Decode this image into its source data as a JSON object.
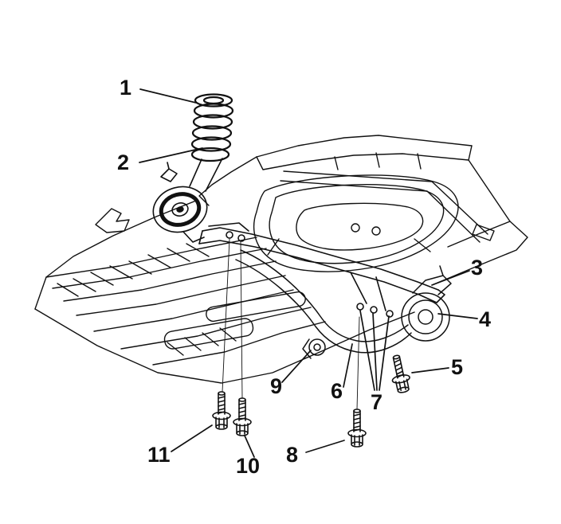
{
  "figure": {
    "callouts": [
      {
        "label": "1"
      },
      {
        "label": "2"
      },
      {
        "label": "3"
      },
      {
        "label": "4"
      },
      {
        "label": "5"
      },
      {
        "label": "6"
      },
      {
        "label": "7"
      },
      {
        "label": "8"
      },
      {
        "label": "9"
      },
      {
        "label": "10"
      },
      {
        "label": "11"
      }
    ],
    "colors": {
      "background": "#ffffff",
      "line": "#111111"
    }
  }
}
